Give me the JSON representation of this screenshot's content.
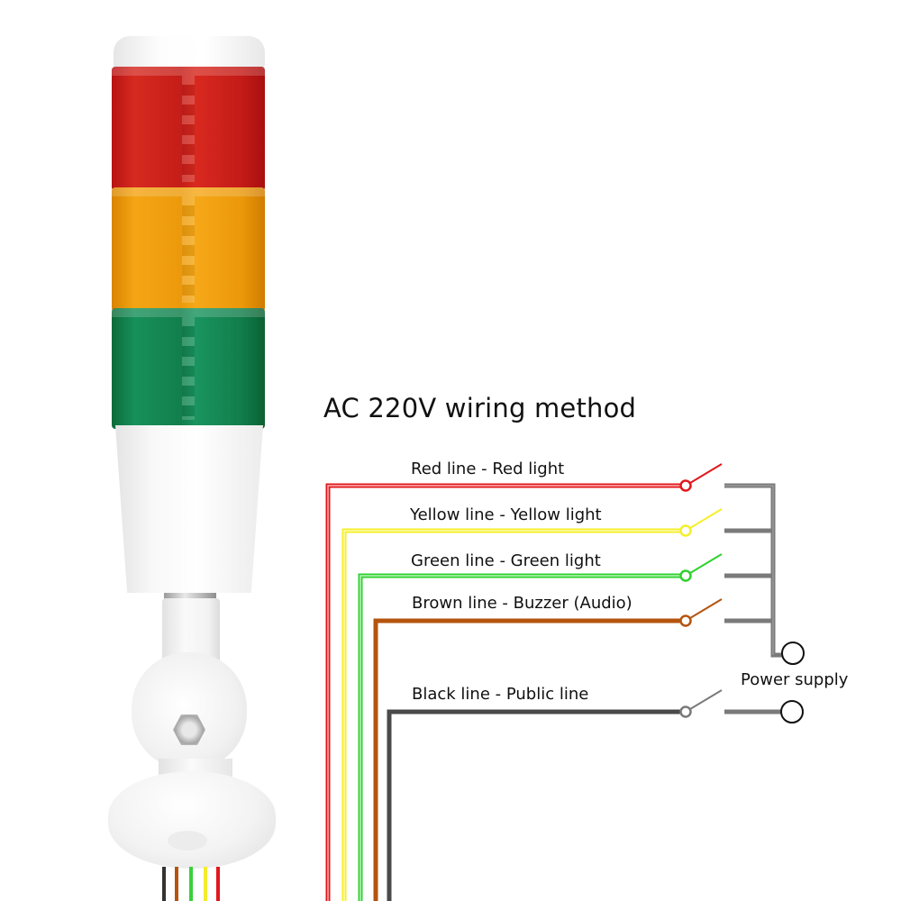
{
  "diagram": {
    "title": "AC 220V wiring method",
    "lines": [
      {
        "id": "red",
        "label": "Red line - Red light",
        "color": "#e0181c"
      },
      {
        "id": "yellow",
        "label": "Yellow line - Yellow light",
        "color": "#f5ef2a"
      },
      {
        "id": "green",
        "label": "Green line - Green light",
        "color": "#2fd12f"
      },
      {
        "id": "brown",
        "label": "Brown line - Buzzer (Audio)",
        "color": "#b5540d"
      },
      {
        "id": "black",
        "label": "Black line - Public line",
        "color": "#4a4a4a"
      }
    ],
    "power_supply_label": "Power supply",
    "bus_color": "#7a7a7a"
  },
  "product": {
    "name": "signal tower light",
    "segments": [
      {
        "color": "red"
      },
      {
        "color": "yellow"
      },
      {
        "color": "green"
      }
    ]
  }
}
